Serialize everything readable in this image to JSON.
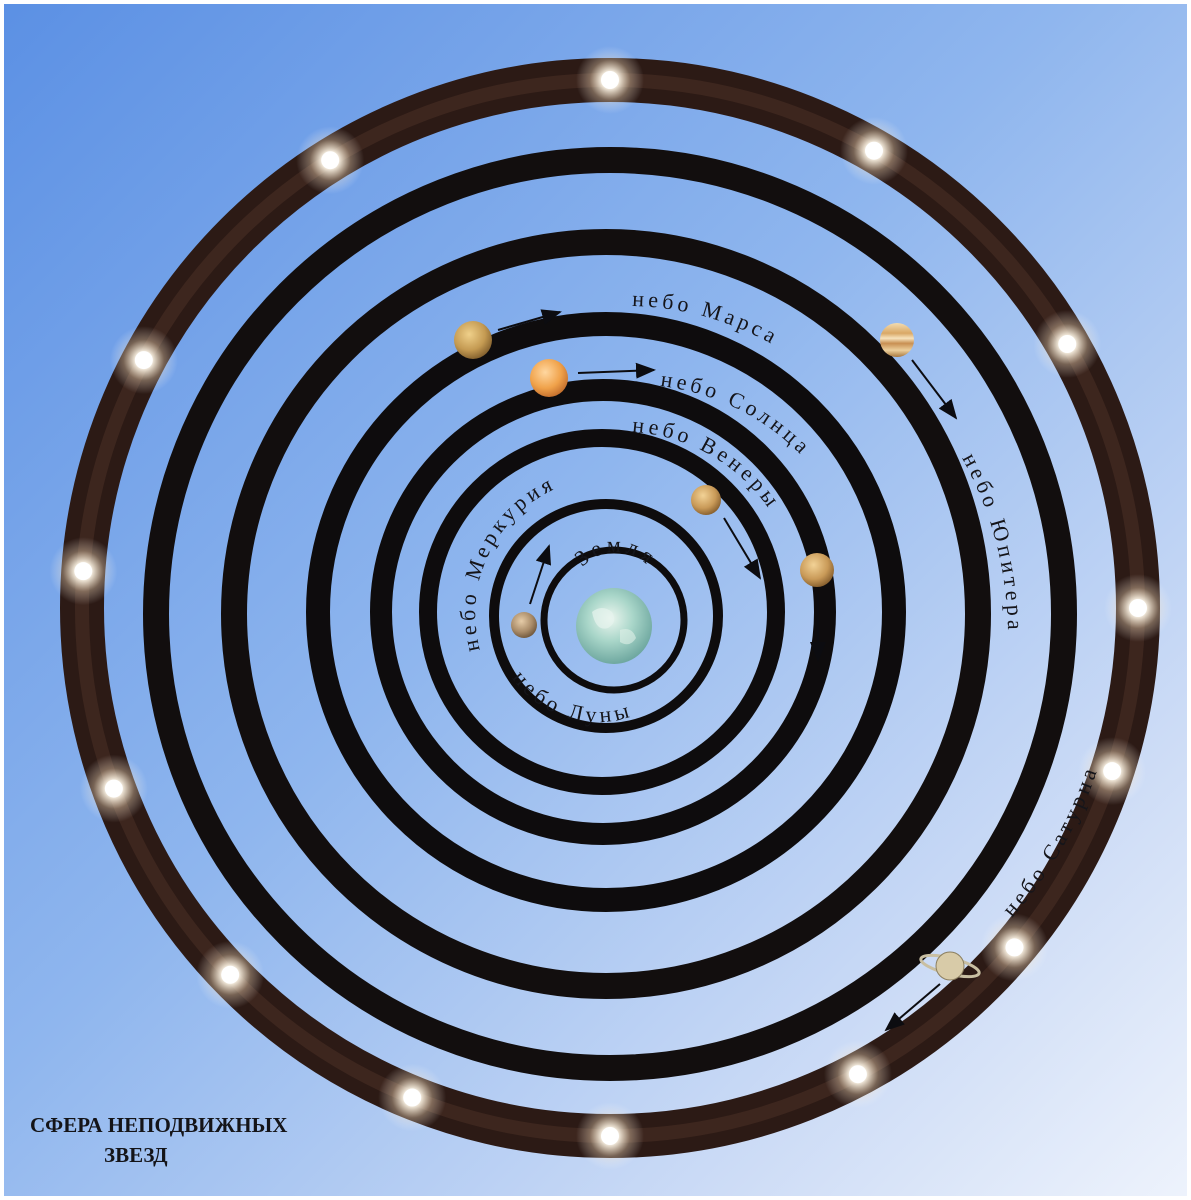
{
  "diagram": {
    "center_label": "Земля",
    "spheres": [
      {
        "id": "moon",
        "label": "небо Луны"
      },
      {
        "id": "mercury",
        "label": "небо Меркурия"
      },
      {
        "id": "venus",
        "label": "небо Венеры"
      },
      {
        "id": "sun",
        "label": "небо Солнца"
      },
      {
        "id": "mars",
        "label": "небо Марса"
      },
      {
        "id": "jupiter",
        "label": "небо Юпитера"
      },
      {
        "id": "saturn",
        "label": "небо Сатурна"
      }
    ],
    "fixed_stars_caption": {
      "line1": "СФЕРА НЕПОДВИЖНЫХ",
      "line2": "ЗВЕЗД"
    },
    "colors": {
      "sky_top": "#5d92e6",
      "sky_bottom": "#dfe9fb",
      "ring": "#0d0b0c",
      "star_ring": "#2a1a16",
      "star": "#fff6e6",
      "earth": "#9ecfc4",
      "mars_planet": "#c49a52",
      "sun_planet": "#f0a24a",
      "jupiter_planet": "#e2b878",
      "venus_planet": "#c99a58",
      "mercury_planet": "#a98b68",
      "saturn_planet": "#d8cba8"
    }
  }
}
